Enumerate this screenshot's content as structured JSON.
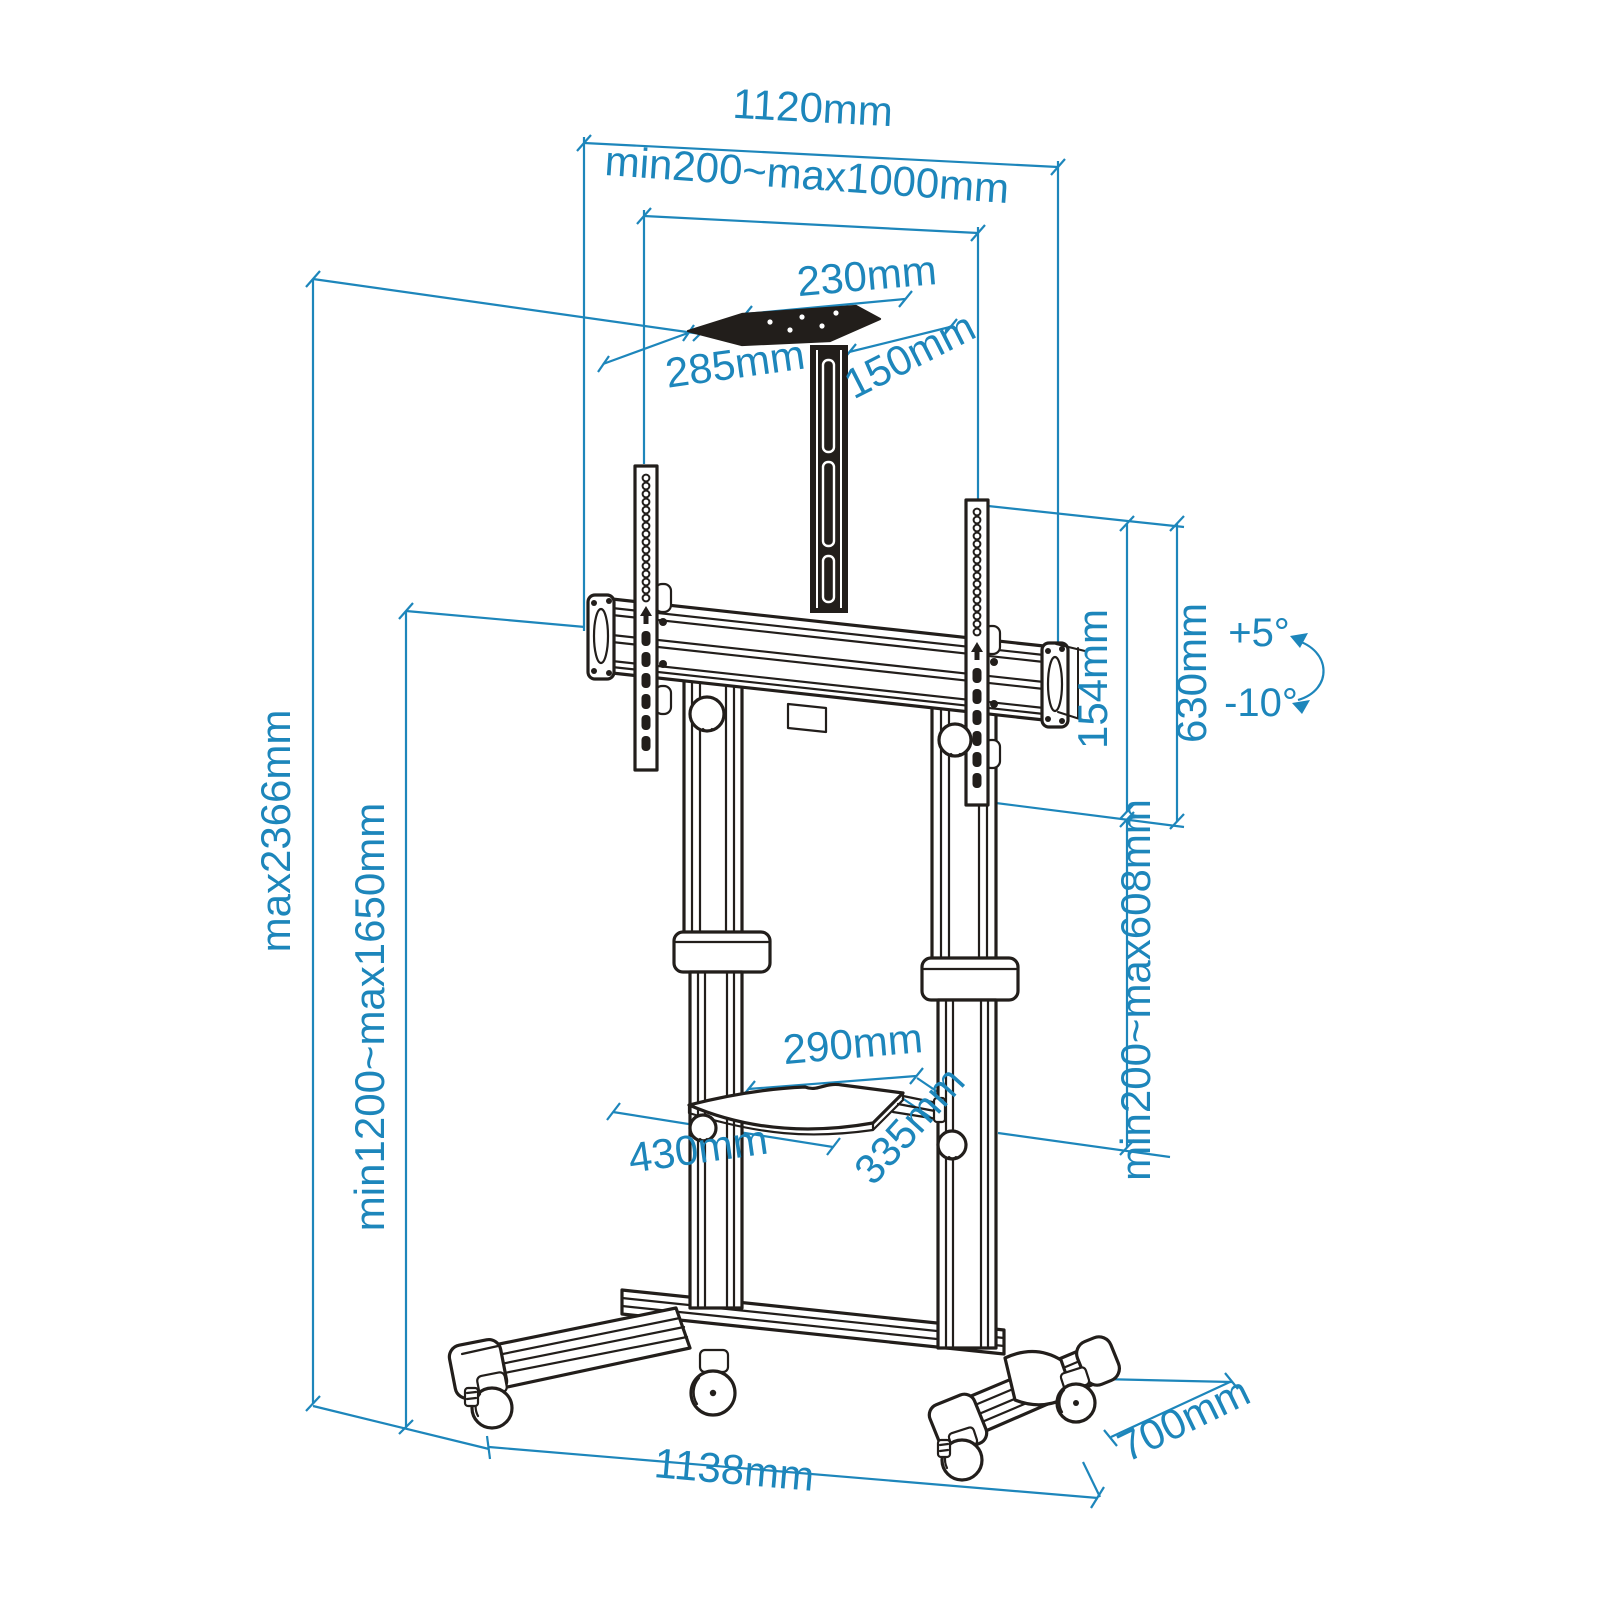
{
  "diagram": {
    "title": "Mobile TV cart / trolley floor stand dimension drawing",
    "type": "technical-dimension-diagram",
    "colors": {
      "dimension_blue": "#1d86bb",
      "line_black": "#221e1b",
      "background": "#ffffff"
    },
    "dimensions": {
      "top_total_width": "1120mm",
      "vesa_width_range": "min200~max1000mm",
      "camera_shelf_width": "230mm",
      "camera_shelf_front": "285mm",
      "camera_shelf_depth": "150mm",
      "max_total_height": "max2366mm",
      "screen_height_range": "min1200~max1650mm",
      "end_bracket_height": "154mm",
      "vesa_height": "630mm",
      "column_travel_range": "min200~max608mm",
      "tilt_up": "+5°",
      "tilt_down": "-10°",
      "av_shelf_depth": "290mm",
      "av_shelf_width": "430mm",
      "av_shelf_side": "335mm",
      "base_width": "1138mm",
      "base_depth": "700mm"
    }
  }
}
